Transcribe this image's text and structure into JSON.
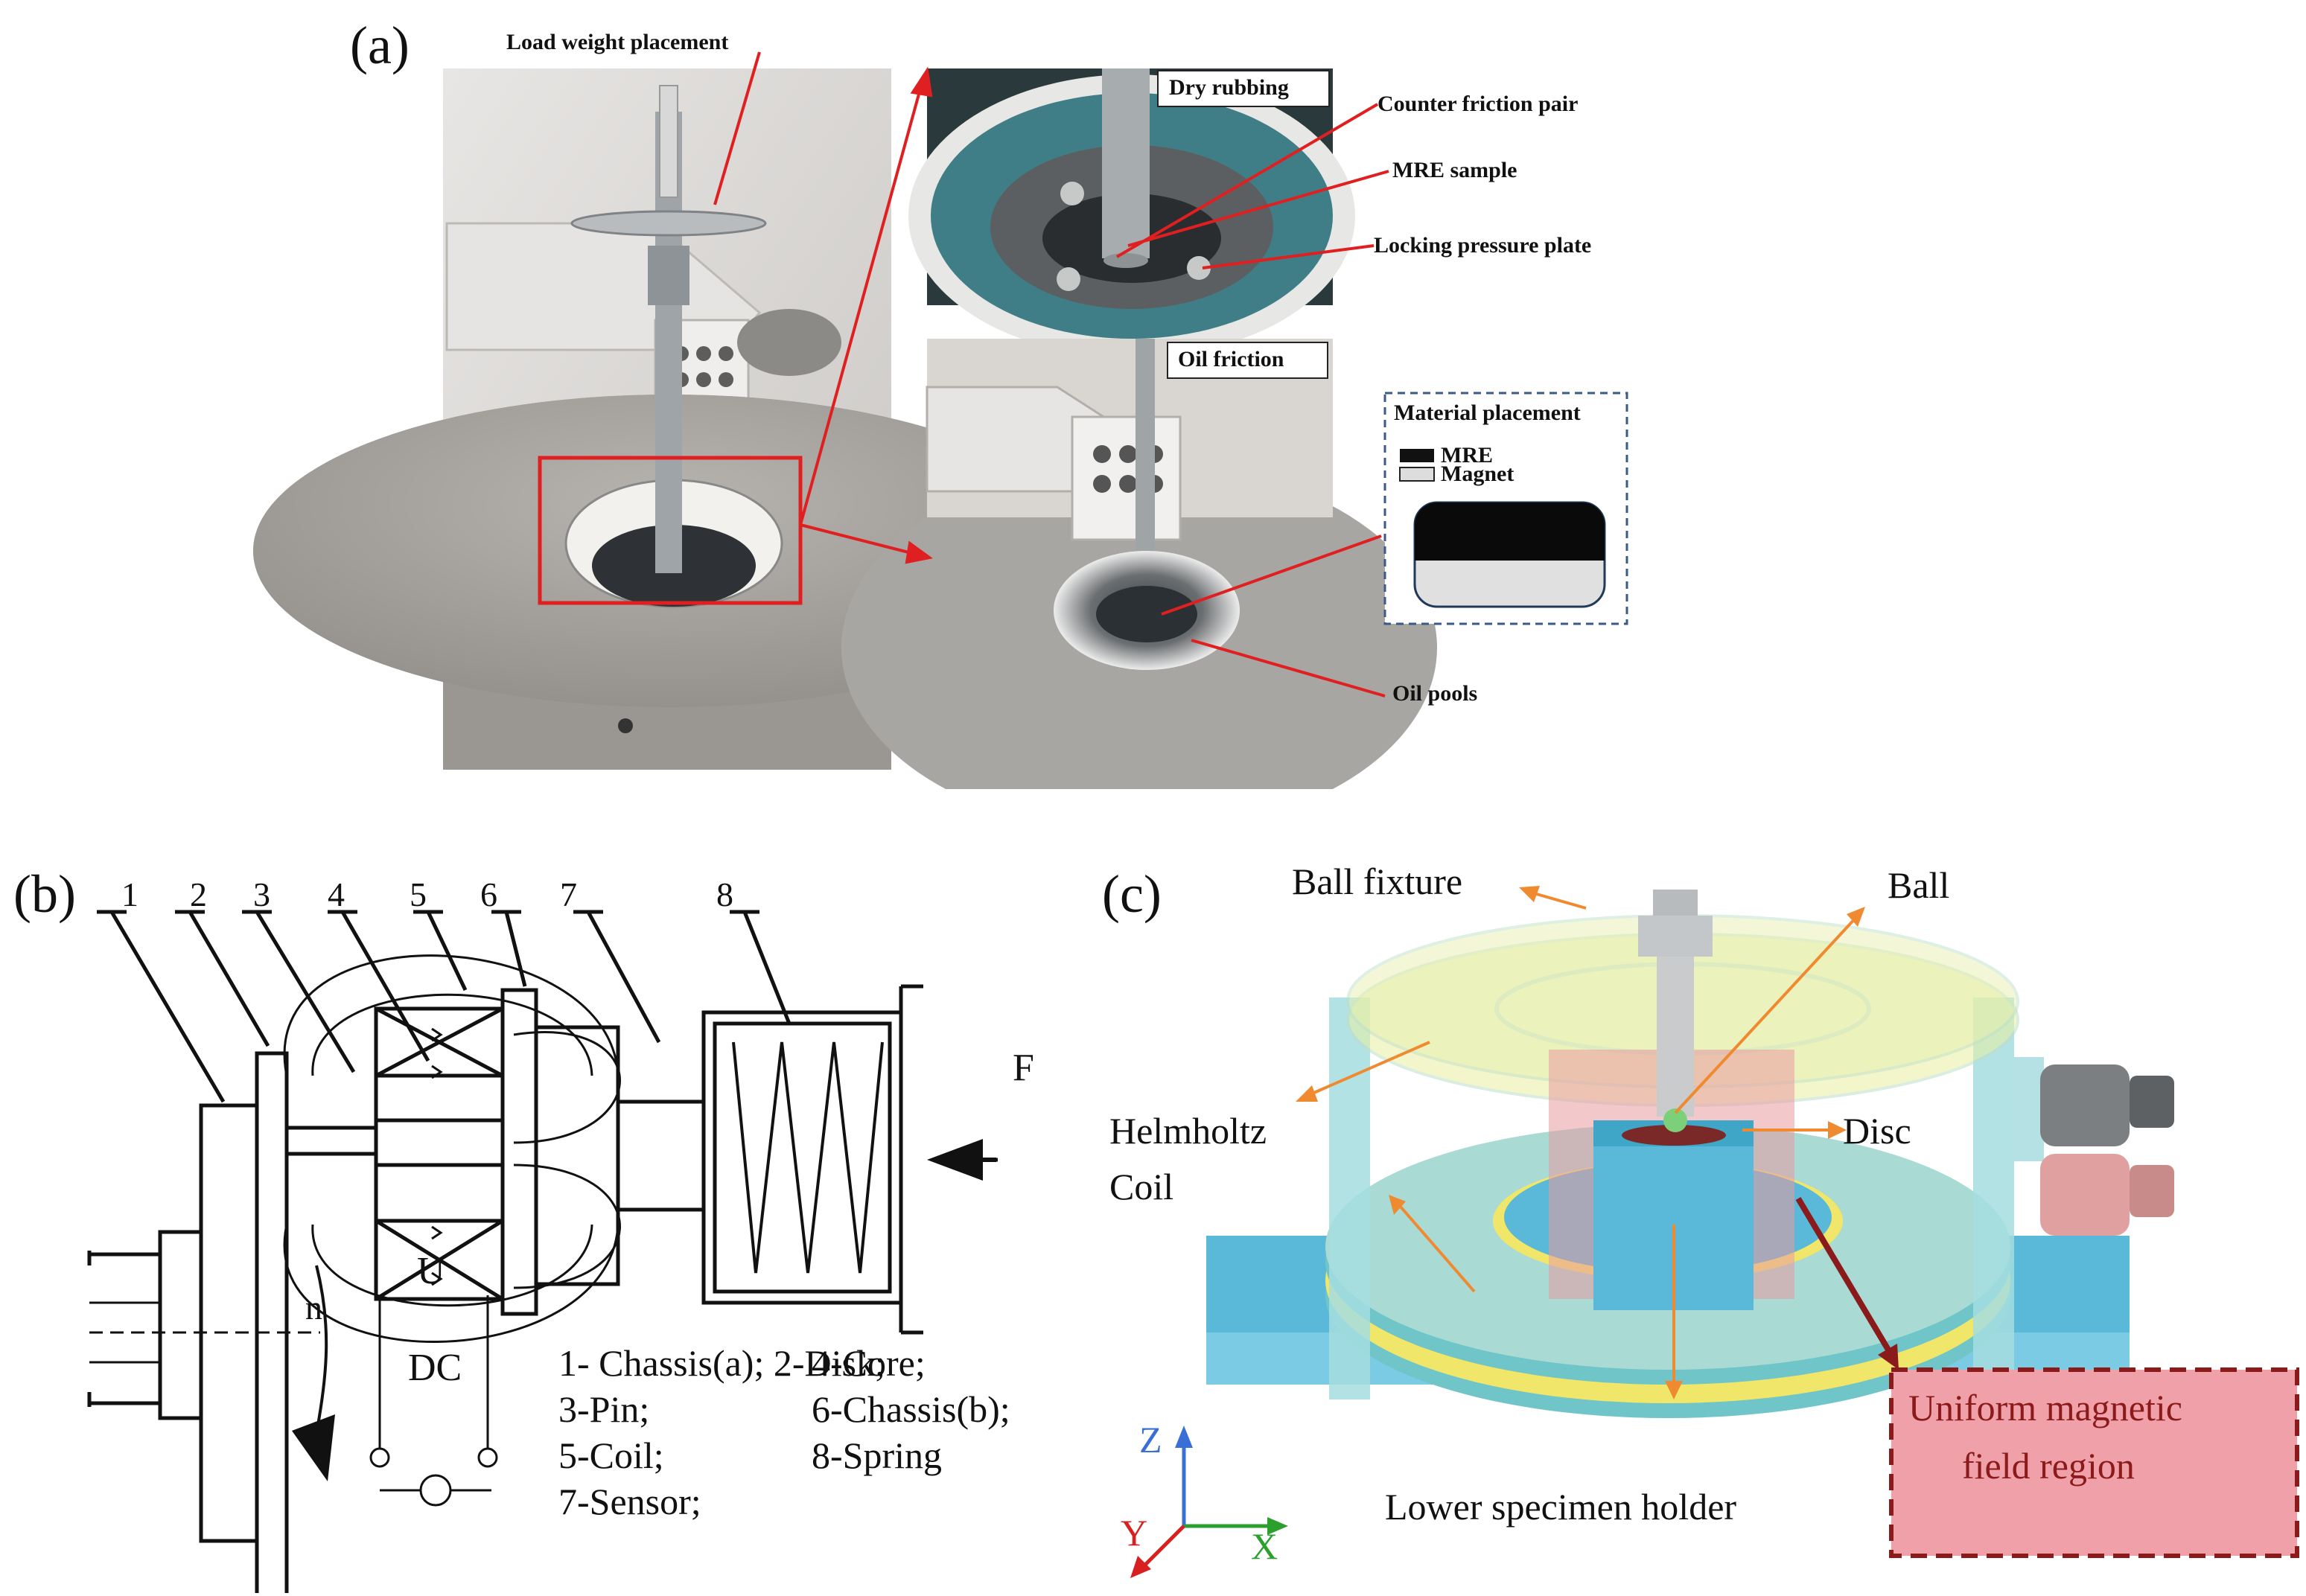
{
  "panels": {
    "a": "(a)",
    "b": "(b)",
    "c": "(c)"
  },
  "panel_a": {
    "load_weight": "Load weight placement",
    "dry_rubbing": "Dry rubbing",
    "counter_friction": "Counter friction pair",
    "mre_sample": "MRE sample",
    "locking_plate": "Locking pressure plate",
    "oil_friction": "Oil friction",
    "material_placement": "Material placement",
    "legend_mre": "MRE",
    "legend_magnet": "Magnet",
    "oil_pools": "Oil pools"
  },
  "panel_b": {
    "numbers": [
      "1",
      "2",
      "3",
      "4",
      "5",
      "6",
      "7",
      "8"
    ],
    "force": "F",
    "voltage": "U",
    "dc": "DC",
    "rotation": "n",
    "legend_col1": [
      "1- Chassis(a); 2-Disk;",
      "3-Pin;",
      "5-Coil;",
      "7-Sensor;"
    ],
    "legend_col2": [
      "",
      "4-Core;",
      "6-Chassis(b);",
      "8-Spring"
    ]
  },
  "panel_c": {
    "ball_fixture": "Ball fixture",
    "ball": "Ball",
    "helmholtz_1": "Helmholtz",
    "helmholtz_2": "Coil",
    "disc": "Disc",
    "lower_holder": "Lower specimen holder",
    "uniform_1": "Uniform magnetic",
    "uniform_2": "field region",
    "axis_z": "Z",
    "axis_y": "Y",
    "axis_x": "X"
  },
  "colors": {
    "red_line": "#e02020",
    "orange_arrow": "#f08a30",
    "dark_red": "#8b1a1a",
    "uniform_fill": "#f0a0a8",
    "base_blue": "#5ab8d8",
    "axis_z": "#3a6fd8",
    "axis_y": "#d82020",
    "axis_x": "#2ca02c"
  }
}
